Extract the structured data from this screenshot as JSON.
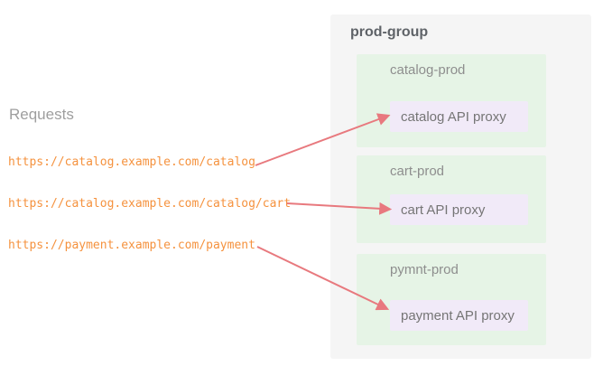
{
  "requests": {
    "heading": "Requests",
    "urls": [
      "https://catalog.example.com/catalog",
      "https://catalog.example.com/catalog/cart",
      "https://payment.example.com/payment"
    ]
  },
  "prod_group": {
    "label": "prod-group",
    "environments": [
      {
        "label": "catalog-prod",
        "proxy_label": "catalog API proxy"
      },
      {
        "label": "cart-prod",
        "proxy_label": "cart API proxy"
      },
      {
        "label": "pymnt-prod",
        "proxy_label": "payment API proxy"
      }
    ]
  },
  "connections": [
    {
      "from_url": "https://catalog.example.com/catalog",
      "to_proxy": "catalog API proxy"
    },
    {
      "from_url": "https://catalog.example.com/catalog/cart",
      "to_proxy": "cart API proxy"
    },
    {
      "from_url": "https://payment.example.com/payment",
      "to_proxy": "payment API proxy"
    }
  ],
  "colors": {
    "url_text": "#f5923e",
    "arrow": "#e8797e",
    "group_background": "#f5f5f5",
    "environment_background": "#e6f4e6",
    "proxy_background": "#f1eaf8",
    "heading_text": "#9e9e9e",
    "group_label_text": "#5f6368",
    "environment_label_text": "#8e8e8e",
    "proxy_label_text": "#757575"
  }
}
